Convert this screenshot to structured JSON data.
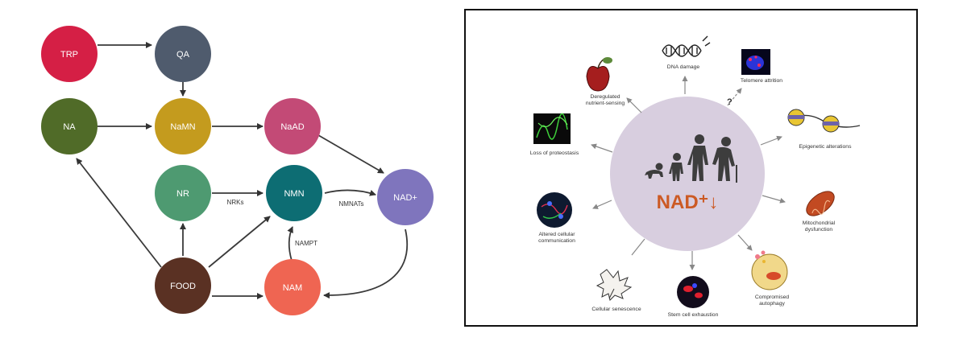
{
  "pathway": {
    "nodes": {
      "trp": {
        "label": "TRP",
        "color": "#d51f45"
      },
      "qa": {
        "label": "QA",
        "color": "#4f5b6d"
      },
      "na": {
        "label": "NA",
        "color": "#506b28"
      },
      "namn": {
        "label": "NaMN",
        "color": "#c49b1e"
      },
      "naad": {
        "label": "NaAD",
        "color": "#c34a76"
      },
      "nr": {
        "label": "NR",
        "color": "#4e9a71"
      },
      "nmn": {
        "label": "NMN",
        "color": "#0d6d73"
      },
      "nad": {
        "label": "NAD+",
        "color": "#7f75bd"
      },
      "food": {
        "label": "FOOD",
        "color": "#5a3123"
      },
      "nam": {
        "label": "NAM",
        "color": "#ef6552"
      }
    },
    "edge_labels": {
      "nrks": "NRKs",
      "nmnats": "NMNATs",
      "nampt": "NAMPT"
    }
  },
  "aging": {
    "center_label": "NAD⁺↓",
    "accent_color": "#cc5a24",
    "hallmarks": {
      "dna": "DNA damage",
      "telomere": "Telomere attrition",
      "nutrient": [
        "Deregulated",
        "nutrient-sensing"
      ],
      "epigenetic": "Epigenetic alterations",
      "proteostasis": "Loss of proteostasis",
      "communication": [
        "Altered cellular",
        "communication"
      ],
      "mito": [
        "Mitochondrial",
        "dysfunction"
      ],
      "senescence": "Cellular senescence",
      "stem": "Stem cell exhaustion",
      "autophagy": [
        "Compromised",
        "autophagy"
      ]
    },
    "question_mark": "?"
  }
}
